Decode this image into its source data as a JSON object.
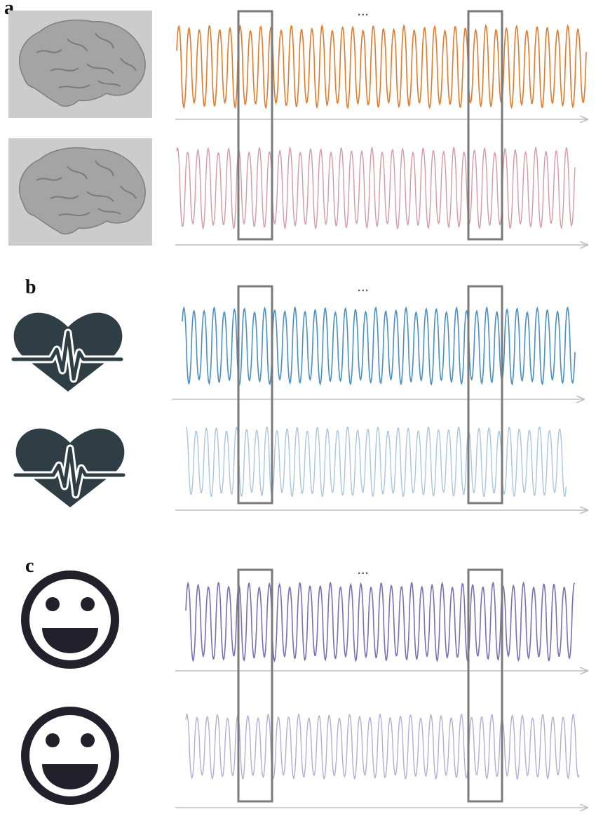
{
  "panels": [
    {
      "label": "a",
      "icon": "brain-icon",
      "ellipsis": "...",
      "signals": [
        {
          "color": "#e07b2c",
          "icon": "brain-icon"
        },
        {
          "color": "#d49aa3",
          "icon": "brain-icon"
        }
      ]
    },
    {
      "label": "b",
      "icon": "heart-pulse-icon",
      "ellipsis": "...",
      "signals": [
        {
          "color": "#4a8fc3",
          "icon": "heart-pulse-icon"
        },
        {
          "color": "#aac5dd",
          "icon": "heart-pulse-icon"
        }
      ]
    },
    {
      "label": "c",
      "icon": "smiley-face-icon",
      "ellipsis": "...",
      "signals": [
        {
          "color": "#7a6fb5",
          "icon": "smiley-face-icon"
        },
        {
          "color": "#b4acd6",
          "icon": "smiley-face-icon"
        }
      ]
    }
  ],
  "colors": {
    "axis": "#bdbdbd",
    "highlight_box": "#7a7a7a",
    "icon_dark": "#2f3d45",
    "brain_bg": "#cccccc"
  }
}
